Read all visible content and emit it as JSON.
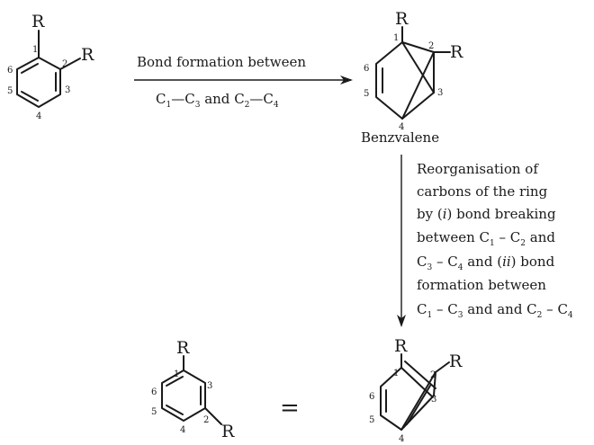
{
  "substituent": "R",
  "ring_numbers": [
    "1",
    "2",
    "3",
    "4",
    "5",
    "6"
  ],
  "reaction_1": {
    "line1": "Bond formation between",
    "line2": {
      "c": "C",
      "s1": "1",
      "s2": "3",
      "s3": "2",
      "s4": "4",
      "dash": "—",
      "and": " and "
    }
  },
  "intermediate_label": "Benzvalene",
  "reaction_2": {
    "line1": "Reorganisation of",
    "line2": "carbons of the ring",
    "line3": {
      "by": "by (",
      "i": "i",
      "rest": ") bond breaking"
    },
    "line4": {
      "between": "between C",
      "s1": "1",
      "dash": " – C",
      "s2": "2",
      "and": " and"
    },
    "line5": {
      "c": "C",
      "s3": "3",
      "dash": " – C",
      "s4": "4",
      "and": " and (",
      "ii": "ii",
      "rest": ") bond"
    },
    "line6": "formation between",
    "line7": {
      "c": "C",
      "s1": "1",
      "dash": " – C",
      "s3": "3",
      "and": " and and C",
      "s2": "2",
      "dash2": " – C",
      "s4": "4"
    }
  },
  "equivalence_symbol": "="
}
